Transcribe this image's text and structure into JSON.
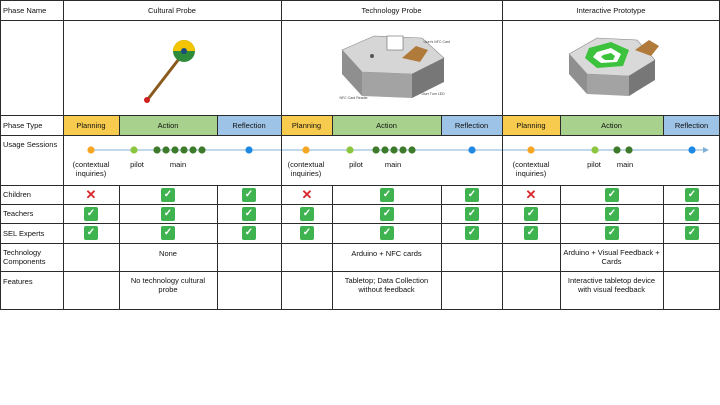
{
  "header": {
    "phase_name": "Phase Name",
    "phases": [
      "Cultural Probe",
      "Technology Probe",
      "Interactive Prototype"
    ]
  },
  "row_labels": {
    "phase_type": "Phase Type",
    "usage_sessions": "Usage Sessions",
    "children": "Children",
    "teachers": "Teachers",
    "sel_experts": "SEL Experts",
    "tech_components": "Technology Components",
    "features": "Features"
  },
  "phase_types": [
    "Planning",
    "Action",
    "Reflection",
    "Planning",
    "Action",
    "Reflection",
    "Planning",
    "Action",
    "Reflection"
  ],
  "phase_type_colors": {
    "Planning": "#f7cb4d",
    "Action": "#a9d18e",
    "Reflection": "#9dc3e6"
  },
  "sessions": {
    "planning_note": "(contextual inquiries)",
    "pilot": "pilot",
    "main": "main",
    "colors": {
      "planning": "#f5a623",
      "pilot": "#8cc63f",
      "main": "#3d7a2a",
      "reflection": "#1e88e5",
      "line": "#7fb0d8"
    }
  },
  "participation": {
    "children": [
      "no",
      "yes",
      "yes",
      "no",
      "yes",
      "yes",
      "no",
      "yes",
      "yes"
    ],
    "teachers": [
      "yes",
      "yes",
      "yes",
      "yes",
      "yes",
      "yes",
      "yes",
      "yes",
      "yes"
    ],
    "sel_experts": [
      "yes",
      "yes",
      "yes",
      "yes",
      "yes",
      "yes",
      "yes",
      "yes",
      "yes"
    ]
  },
  "tech_components": [
    "None",
    "Arduino + NFC cards",
    "Arduino + Visual Feedback +  Cards"
  ],
  "features": [
    "No technology cultural probe",
    "Tabletop; Data Collection without feedback",
    "Interactive tabletop device with visual feedback"
  ],
  "symbols": {
    "yes": "✓",
    "no": "✕"
  },
  "image_labels": {
    "nfc_card": "User's NFC Card",
    "nfc_reader": "NFC Card Reader",
    "user_turn": "User Turn LED"
  }
}
